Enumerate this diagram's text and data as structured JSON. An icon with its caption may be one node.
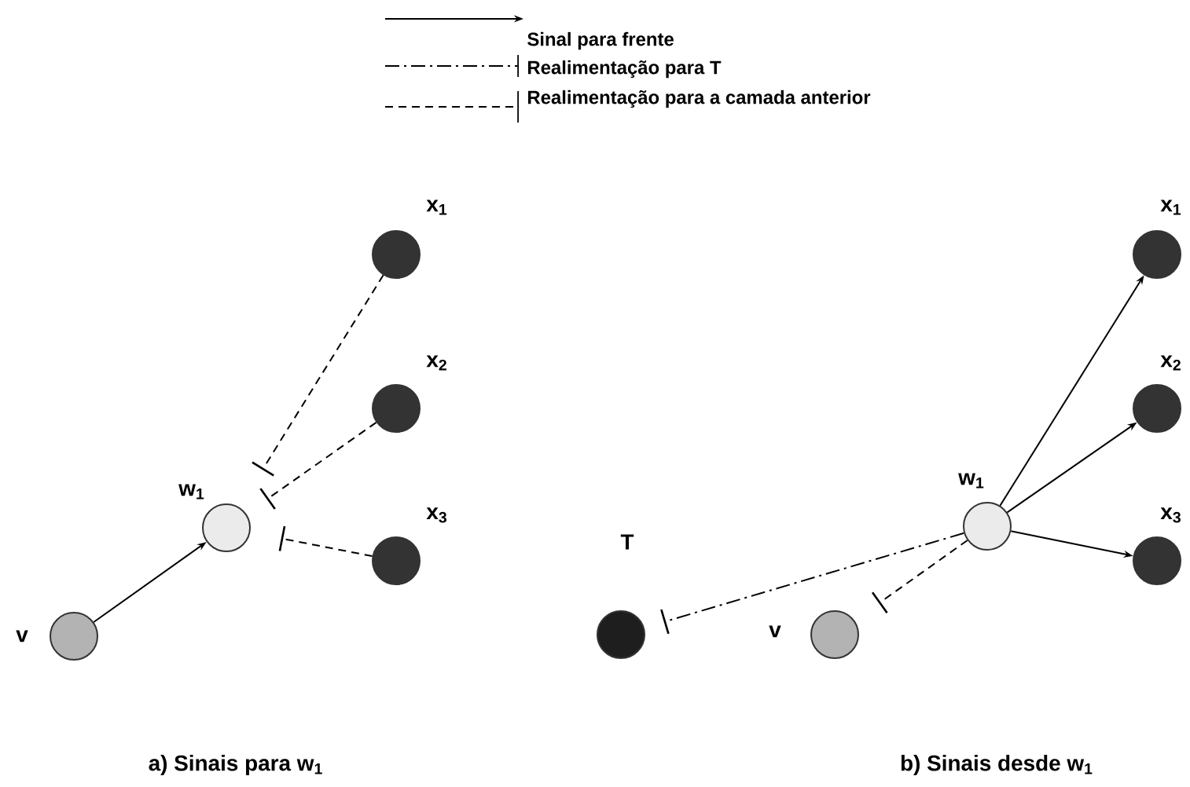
{
  "diagram": {
    "nodes": [
      {
        "text": [
          "v"
        ]
      },
      {
        "text": [
          "w$_{1}$"
        ]
      },
      {
        "text": [
          "x$_{1}$"
        ]
      },
      {
        "text": [
          "x$_{2}$"
        ]
      },
      {
        "text": [
          "x$_{3}$"
        ]
      },
      {
        "text": [
          "T"
        ]
      },
      {
        "text": [
          "v"
        ]
      },
      {
        "text": [
          "w$_{1}$"
        ]
      },
      {
        "text": [
          "x$_{1}$"
        ]
      },
      {
        "text": [
          "x$_{2}$"
        ]
      },
      {
        "text": [
          "x$_{3}$"
        ]
      }
    ],
    "edges": [
      {
        "from": 0,
        "to": 1,
        "arrow": "to"
      },
      {
        "from": 2,
        "to": 1,
        "arrow": "other",
        "style": "dashed"
      },
      {
        "from": 3,
        "to": 1,
        "arrow": "other",
        "style": "dashed"
      },
      {
        "from": 4,
        "to": 1,
        "arrow": "other",
        "style": "dashed"
      },
      {
        "from": 7,
        "to": 8,
        "arrow": "to"
      },
      {
        "from": 7,
        "to": 9,
        "arrow": "to"
      },
      {
        "from": 7,
        "to": 10,
        "arrow": "to"
      },
      {
        "from": 7,
        "to": 5,
        "arrow": "other",
        "style": "dashed"
      },
      {
        "from": 7,
        "to": 6,
        "arrow": "other",
        "style": "dashed"
      }
    ],
    "labels": [
      "a) Sinais para w$_{1}$",
      "b) Sinais desde w$_{1}$"
    ],
    "legend": [
      {
        "text": "Sinal para frente"
      },
      {
        "text": "Realimentação para T"
      },
      {
        "text": "Realimentação para a camada anterior"
      }
    ]
  }
}
